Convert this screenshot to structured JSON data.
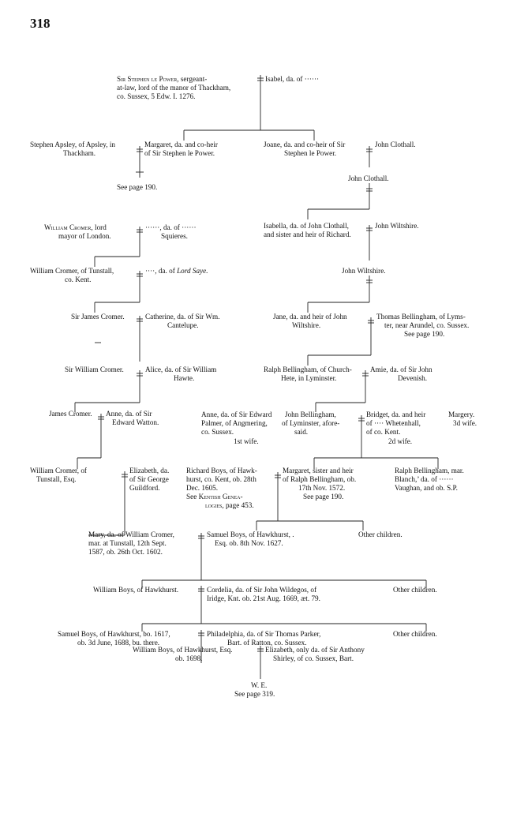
{
  "page_number": "318",
  "root": {
    "name": "Sir Stephen le Power,",
    "desc1": "sergeant-",
    "desc2": "at-law, lord of the manor of Thackham,",
    "desc3": "co. Sussex, 5 Edw. I. 1276.",
    "wife": "Isabel, da. of ······"
  },
  "apsley": {
    "line1": "Stephen Apsley, of Apsley, in",
    "line2": "Thackham.",
    "wife1": "Margaret, da. and co-heir",
    "wife2": "of Sir Stephen le Power.",
    "ref": "See page 190."
  },
  "clothall": {
    "joane1": "Joane, da. and co-heir of Sir",
    "joane2": "Stephen le Power.",
    "husband": "John Clothall.",
    "son": "John Clothall."
  },
  "isabella": {
    "line1": "Isabella, da. of John Clothall,",
    "line2": "and sister and heir of Richard.",
    "husband": "John Wiltshire.",
    "son": "John Wiltshire."
  },
  "cromer": {
    "w1_name": "William Cromer,",
    "w1_rest": "lord",
    "w1_line2": "mayor of London.",
    "w1_wife1": "······, da. of ······",
    "w1_wife2": "Squieres.",
    "w2_line1": "William Cromer, of Tunstall,",
    "w2_line2": "co. Kent.",
    "w2_wife_pre": "····, da. of",
    "w2_wife_it": "Lord Saye.",
    "j1": "Sir James Cromer.",
    "j1_wife1": "Catherine, da. of Sir Wm.",
    "j1_wife2": "Cantelupe.",
    "w3": "Sir William Cromer.",
    "w3_wife1": "Alice, da. of Sir William",
    "w3_wife2": "Hawte.",
    "j2": "James Cromer.",
    "j2_wife1": "Anne, da. of Sir",
    "j2_wife2": "Edward Watton.",
    "w4_line1": "William Cromer, of",
    "w4_line2": "Tunstall, Esq.",
    "w4_wife1": "Elizabeth, da.",
    "w4_wife2": "of Sir George",
    "w4_wife3": "Guildford."
  },
  "bellingham": {
    "jane1": "Jane, da. and heir of John",
    "jane2": "Wiltshire.",
    "thomas1": "Thomas Bellingham, of Lyms-",
    "thomas2": "ter, near Arundel, co. Sussex.",
    "thomas3": "See page 190.",
    "ralph1": "Ralph Bellingham, of Church-",
    "ralph2": "Hete, in Lyminster.",
    "amie1": "Amie, da. of Sir John",
    "amie2": "Devenish.",
    "anne1": "Anne, da. of Sir Edward",
    "anne2": "Palmer, of Angmering,",
    "anne3": "co. Sussex.",
    "anne4": "1st wife.",
    "john1": "John   Bellingham,",
    "john2": "of Lyminster, afore-",
    "john3": "said.",
    "bridget1": "Bridget, da. and heir",
    "bridget2": "of ···· Whetenhall,",
    "bridget3": "of co. Kent.",
    "bridget4": "2d wife.",
    "margery1": "Margery.",
    "margery2": "3d wife.",
    "margaret1": "Margaret, sister and heir",
    "margaret2": "of Ralph Bellingham, ob.",
    "margaret3": "17th Nov. 1572.",
    "margaret4": "See page 190.",
    "ralph_j1": "Ralph Bellingham, mar.",
    "ralph_j2": "Blanch,’ da. of ······",
    "ralph_j3": "Vaughan, and ob. S.P."
  },
  "boys": {
    "richard1": "Richard Boys, of Hawk-",
    "richard2": "hurst, co. Kent, ob. 28th",
    "richard3": "Dec. 1605.",
    "richard4_pre": "See",
    "richard4_sc": "Kentish Genea-",
    "richard5_sc": "logies,",
    "richard5_post": "page 453.",
    "mary1": "Mary, da. of William Cromer,",
    "mary2": "mar.  at  Tunstall,  12th  Sept.",
    "mary3": "1587, ob. 26th Oct. 1602.",
    "samuel1": "Samuel Boys, of Hawkhurst, .",
    "samuel2": "Esq. ob. 8th Nov. 1627.",
    "other1": "Other children.",
    "wboys": "William Boys, of Hawkhurst.",
    "cordelia1": "Cordelia, da. of Sir John Wildegos, of",
    "cordelia2": "Iridge, Knt. ob. 21st Aug. 1669, æt. 79.",
    "other2": "Other children.",
    "sboys1": "Samuel Boys, of Hawkhurst, bo. 1617,",
    "sboys2": "ob. 3d June, 1688, bu. there.",
    "philadelphia1": "Philadelphia, da. of Sir Thomas Parker,",
    "philadelphia2": "Bart. of Ratton, co. Sussex.",
    "other3": "Other children.",
    "wboys2_1": "William Boys, of Hawkhurst, Esq.",
    "wboys2_2": "ob. 1698.",
    "elizabeth1": "Elizabeth, only da. of Sir Anthony",
    "elizabeth2": "Shirley, of co. Sussex, Bart.",
    "we": "W. E.",
    "ref": "See page 319."
  }
}
